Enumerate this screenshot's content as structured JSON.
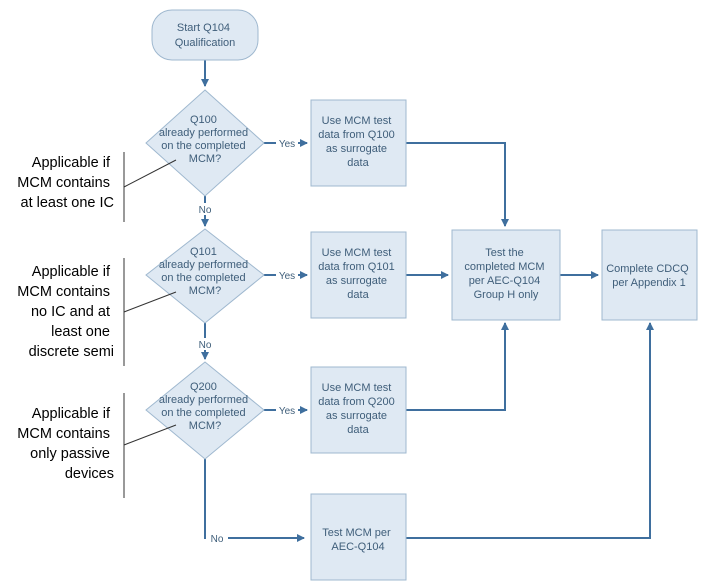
{
  "colors": {
    "box_fill": "#dfe9f3",
    "box_stroke": "#9fb8cf",
    "connector": "#3f6f9e",
    "node_text": "#3f5e7a",
    "note_text": "#000000"
  },
  "start": {
    "lines": [
      "Start Q104",
      "Qualification"
    ]
  },
  "decisions": [
    {
      "lines": [
        "Q100",
        "already performed",
        "on the completed",
        "MCM?"
      ]
    },
    {
      "lines": [
        "Q101",
        "already performed",
        "on the completed",
        "MCM?"
      ]
    },
    {
      "lines": [
        "Q200",
        "already performed",
        "on the completed",
        "MCM?"
      ]
    }
  ],
  "surrogates": [
    {
      "lines": [
        "Use MCM test",
        "data from Q100",
        "as surrogate",
        "data"
      ]
    },
    {
      "lines": [
        "Use MCM test",
        "data from Q101",
        "as surrogate",
        "data"
      ]
    },
    {
      "lines": [
        "Use MCM test",
        "data from Q200",
        "as surrogate",
        "data"
      ]
    }
  ],
  "test_group_h": {
    "lines": [
      "Test the",
      "completed MCM",
      "per AEC-Q104",
      "Group H only"
    ]
  },
  "complete_cdcq": {
    "lines": [
      "Complete CDCQ",
      "per Appendix 1"
    ]
  },
  "test_full": {
    "lines": [
      "Test MCM per",
      "AEC-Q104"
    ]
  },
  "labels": {
    "yes": "Yes",
    "no": "No"
  },
  "notes": [
    {
      "lines": [
        "Applicable if",
        "MCM contains",
        "at least one IC"
      ]
    },
    {
      "lines": [
        "Applicable if",
        "MCM contains",
        "no IC and at",
        "least one",
        "discrete semi"
      ]
    },
    {
      "lines": [
        "Applicable if",
        "MCM contains",
        "only passive",
        "devices"
      ]
    }
  ]
}
